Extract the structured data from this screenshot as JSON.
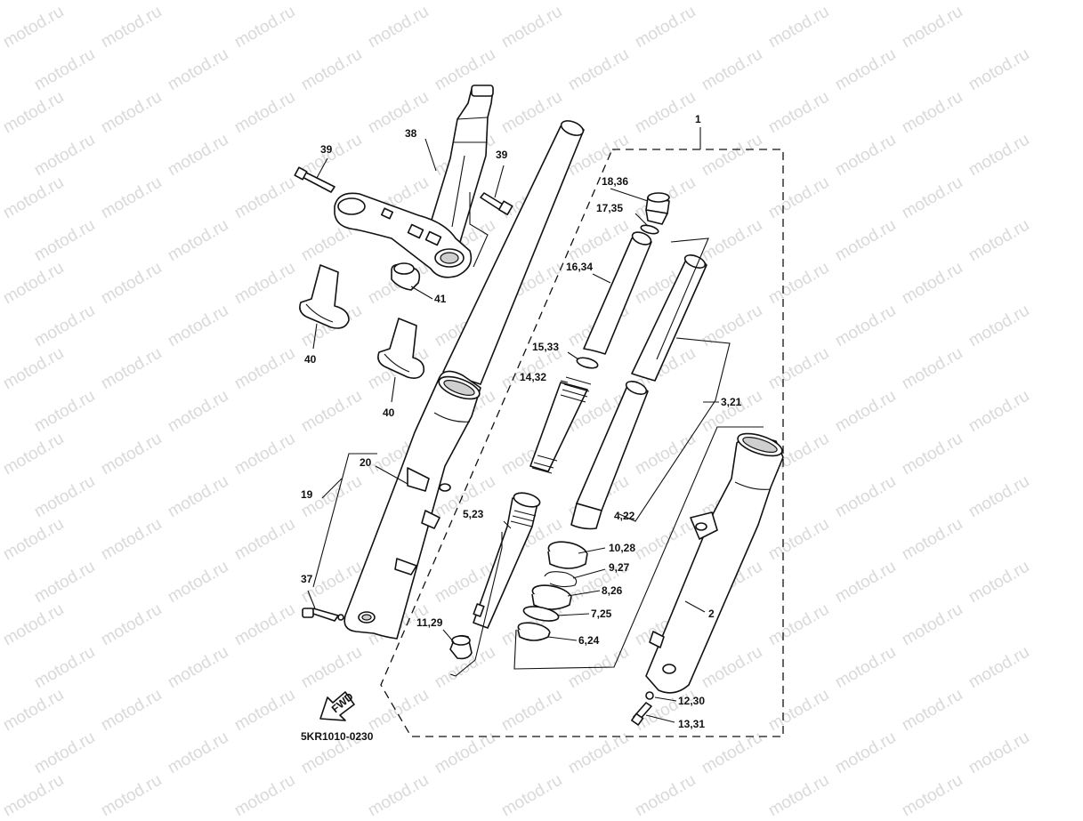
{
  "watermark": "motod.ru",
  "diagram_code": "5KR1010-0230",
  "fwd_label": "FWD",
  "callouts": {
    "c1": "1",
    "c2": "2",
    "c3_21": "3,21",
    "c4_22": "4,22",
    "c5_23": "5,23",
    "c6_24": "6,24",
    "c7_25": "7,25",
    "c8_26": "8,26",
    "c9_27": "9,27",
    "c10_28": "10,28",
    "c11_29": "11,29",
    "c12_30": "12,30",
    "c13_31": "13,31",
    "c14_32": "14,32",
    "c15_33": "15,33",
    "c16_34": "16,34",
    "c17_35": "17,35",
    "c18_36": "18,36",
    "c19": "19",
    "c20": "20",
    "c37": "37",
    "c38": "38",
    "c39a": "39",
    "c39b": "39",
    "c40a": "40",
    "c40b": "40",
    "c41": "41"
  },
  "colors": {
    "line": "#111111",
    "watermark": "#d9d9d9",
    "background": "#ffffff"
  }
}
